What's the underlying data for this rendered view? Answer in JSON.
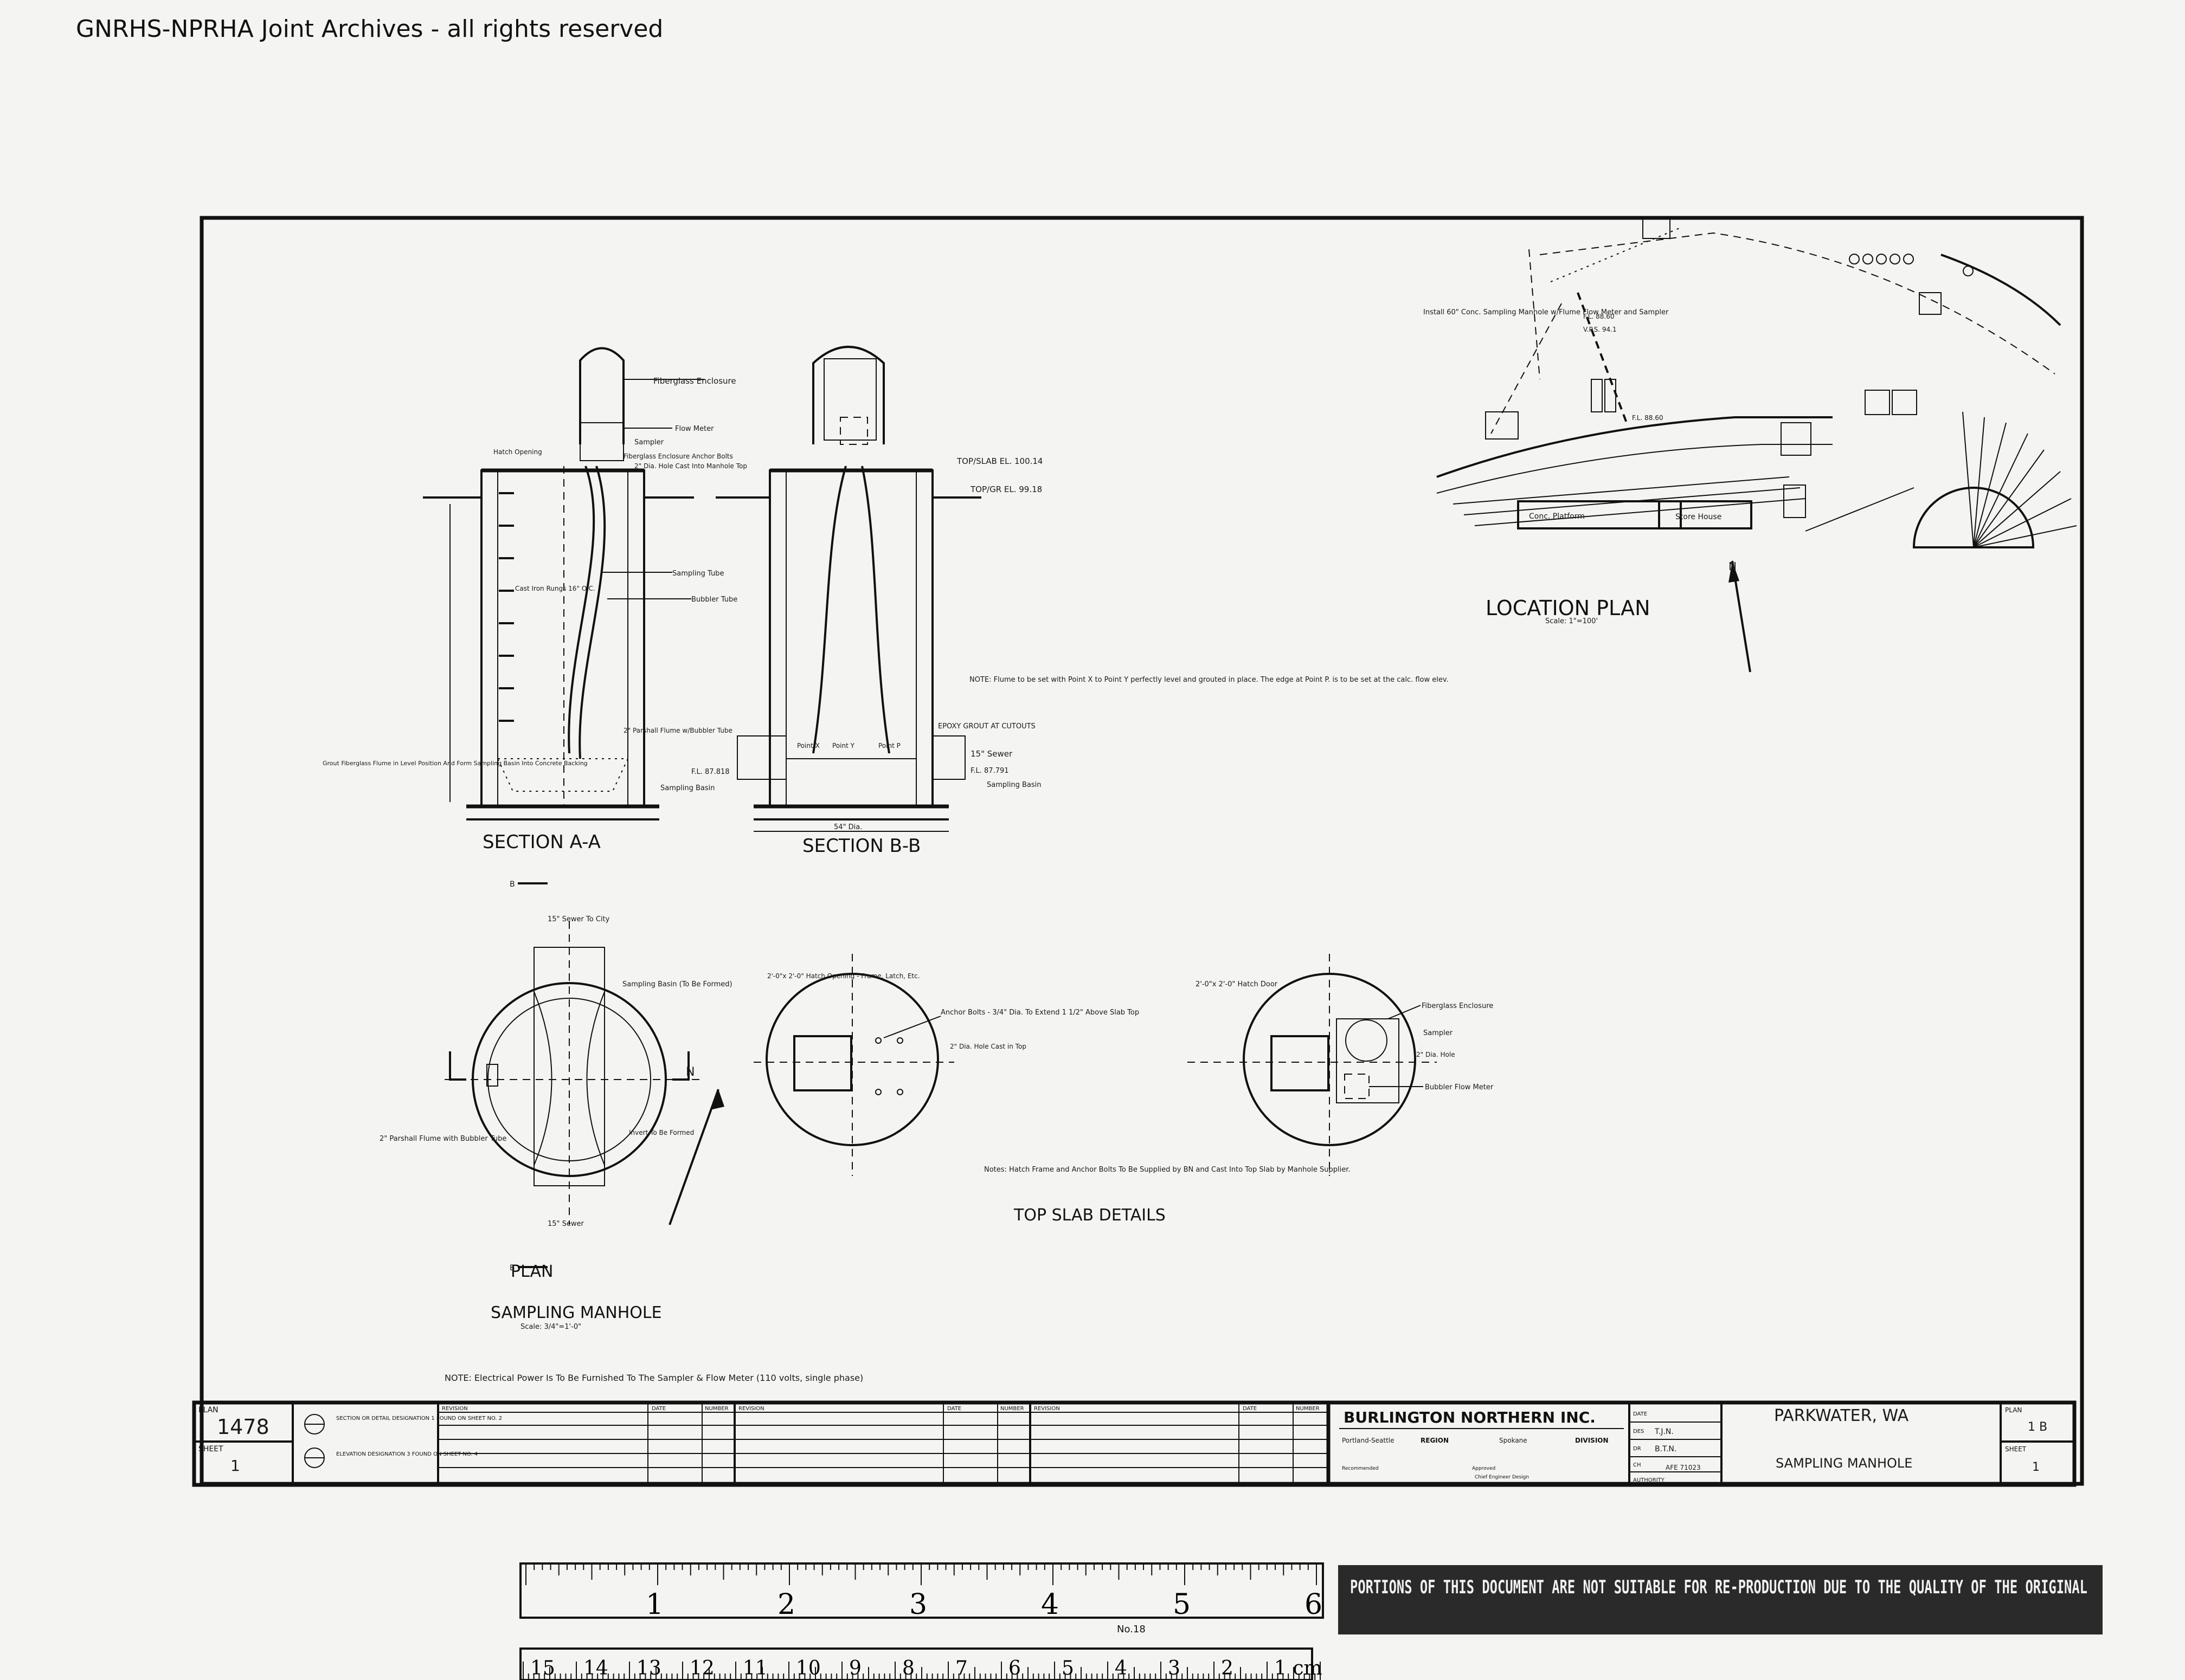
{
  "watermark": "GNRHS-NPRHA Joint Archives - all rights reserved",
  "location_plan": {
    "title": "LOCATION PLAN",
    "scale": "Scale: 1\"=100'",
    "callout": "Install 60\" Conc. Sampling Manhole w/Flume Flow Meter and Sampler",
    "el_1": "F.L. 88.60",
    "el_2": "V.P.S. 94.1",
    "el_3": "F.L. 88.60",
    "platform": "Conc. Platform",
    "store_house": "Store House",
    "north": "N"
  },
  "section_a": {
    "title": "SECTION A-A",
    "labels": {
      "fiberglass": "Fiberglass Enclosure",
      "flow_meter": "Flow Meter",
      "sampler": "Sampler",
      "anchor": "Fiberglass Enclosure Anchor Bolts",
      "conduit": "2\" Dia. Hole Cast Into Manhole Top",
      "hatch": "Hatch Opening",
      "rungs": "Cast Iron Rungs 16\" O.C.",
      "sampling_tube": "Sampling Tube",
      "bubbler_tube": "Bubbler Tube",
      "parshall": "2\" Parshall Flume w/Bubbler Tube",
      "grout": "Grout Fiberglass Flume in Level Position And Form Sampling Basin Into Concrete Backing",
      "fl": "F.L. 87.818",
      "basin": "Sampling Basin"
    }
  },
  "section_b": {
    "title": "SECTION B-B",
    "top_slab": "TOP/SLAB EL. 100.14",
    "top_grade": "TOP/GR EL. 99.18",
    "note": "NOTE: Flume to be set with Point X to Point Y perfectly level and grouted in place. The edge at Point P. is to be set at the calc. flow elev.",
    "epoxy": "EPOXY GROUT AT CUTOUTS",
    "sewer": "15\" Sewer",
    "fl": "F.L. 87.791",
    "basin": "Sampling Basin",
    "dia": "54\" Dia.",
    "point_x": "Point X",
    "point_y": "Point Y",
    "point_p": "Point P"
  },
  "plan": {
    "title": "PLAN",
    "sewer_top": "15\" Sewer To City",
    "sewer_bottom": "15\" Sewer",
    "basin": "Sampling Basin (To Be Formed)",
    "flume": "2\" Parshall Flume with Bubbler Tube",
    "formed": "Invert To Be Formed",
    "cut": "B"
  },
  "manhole_title": "SAMPLING MANHOLE",
  "manhole_scale": "Scale: 3/4\"=1'-0\"",
  "top_slab": {
    "title": "TOP SLAB DETAILS",
    "hatch_1": "2'-0\"x 2'-0\" Hatch Opening - Frame, Latch, Etc.",
    "anchor": "Anchor Bolts - 3/4\" Dia. To Extend 1 1/2\" Above Slab Top",
    "hole": "2\" Dia. Hole Cast in Top",
    "hatch_2": "2'-0\"x 2'-0\" Hatch Door",
    "enclosure": "Fiberglass Enclosure",
    "sampler": "Sampler",
    "hole_2": "2\" Dia. Hole",
    "bubbler": "Bubbler Flow Meter",
    "notes": "Notes: Hatch Frame and Anchor Bolts To Be Supplied by BN and Cast Into Top Slab by Manhole Supplier."
  },
  "power_note": "NOTE: Electrical Power Is To Be Furnished To The Sampler & Flow Meter (110 volts, single phase)",
  "title_block": {
    "plan_label": "PLAN",
    "plan_no": "1478",
    "sheet_label": "SHEET",
    "sheet_no": "1",
    "legend_1": "SECTION OR DETAIL DESIGNATION 1 FOUND ON SHEET NO. 2",
    "legend_2": "ELEVATION DESIGNATION 3 FOUND ON SHEET NO. 4",
    "revision": "REVISION",
    "date": "DATE",
    "number": "NUMBER",
    "company": "BURLINGTON NORTHERN INC.",
    "region_label": "REGION",
    "region": "Portland-Seattle",
    "division_label": "DIVISION",
    "division": "Spokane",
    "recommended": "Recommended",
    "approved": "Approved",
    "chief": "Chief Engineer Design",
    "date_label": "DATE",
    "des_label": "DES",
    "des": "T.J.N.",
    "dr_label": "DR",
    "dr": "B.T.N.",
    "ch_label": "CH",
    "authority_label": "AUTHORITY",
    "authority": "AFE 71023",
    "location": "PARKWATER, WA",
    "drawing_title": "SAMPLING MANHOLE",
    "plan_right_label": "PLAN",
    "plan_right": "1 B",
    "sheet_right_label": "SHEET",
    "sheet_right": "1"
  },
  "ruler": {
    "inches": [
      "1",
      "2",
      "3",
      "4",
      "5",
      "6"
    ],
    "cm": [
      "15",
      "14",
      "13",
      "12",
      "11",
      "10",
      "9",
      "8",
      "7",
      "6",
      "5",
      "4",
      "3",
      "2",
      "1 cm"
    ],
    "model": "No.18"
  },
  "stamp": "PORTIONS OF THIS DOCUMENT ARE NOT SUITABLE FOR RE-PRODUCTION DUE TO THE QUALITY OF THE ORIGINAL"
}
